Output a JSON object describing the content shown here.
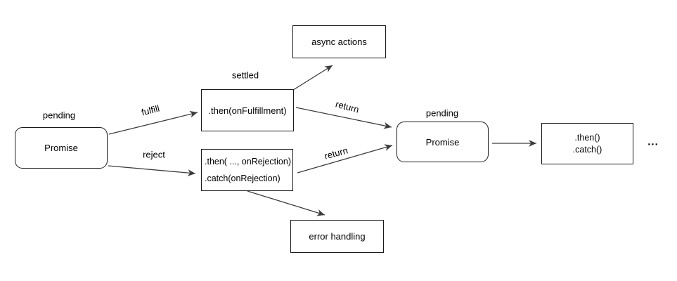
{
  "diagram": {
    "colors": {
      "background": "#ffffff",
      "border": "#1a1a1a",
      "arrow": "#3d3d3d",
      "text": "#000000"
    },
    "nodes": {
      "promise1": {
        "label": "Promise",
        "state": "pending"
      },
      "thenFulfill": {
        "label": ".then(onFulfillment)",
        "state": "settled"
      },
      "asyncActions": {
        "label": "async actions"
      },
      "thenReject": {
        "line1": ".then( ..., onRejection)",
        "line2": ".catch(onRejection)"
      },
      "errorHandling": {
        "label": "error handling"
      },
      "promise2": {
        "label": "Promise",
        "state": "pending"
      },
      "chainHandlers": {
        "line1": ".then()",
        "line2": ".catch()"
      },
      "ellipsis": {
        "label": "..."
      }
    },
    "edges": {
      "fulfill": {
        "label": "fulfill"
      },
      "reject": {
        "label": "reject"
      },
      "returnTop": {
        "label": "return"
      },
      "returnBottom": {
        "label": "return"
      }
    }
  }
}
